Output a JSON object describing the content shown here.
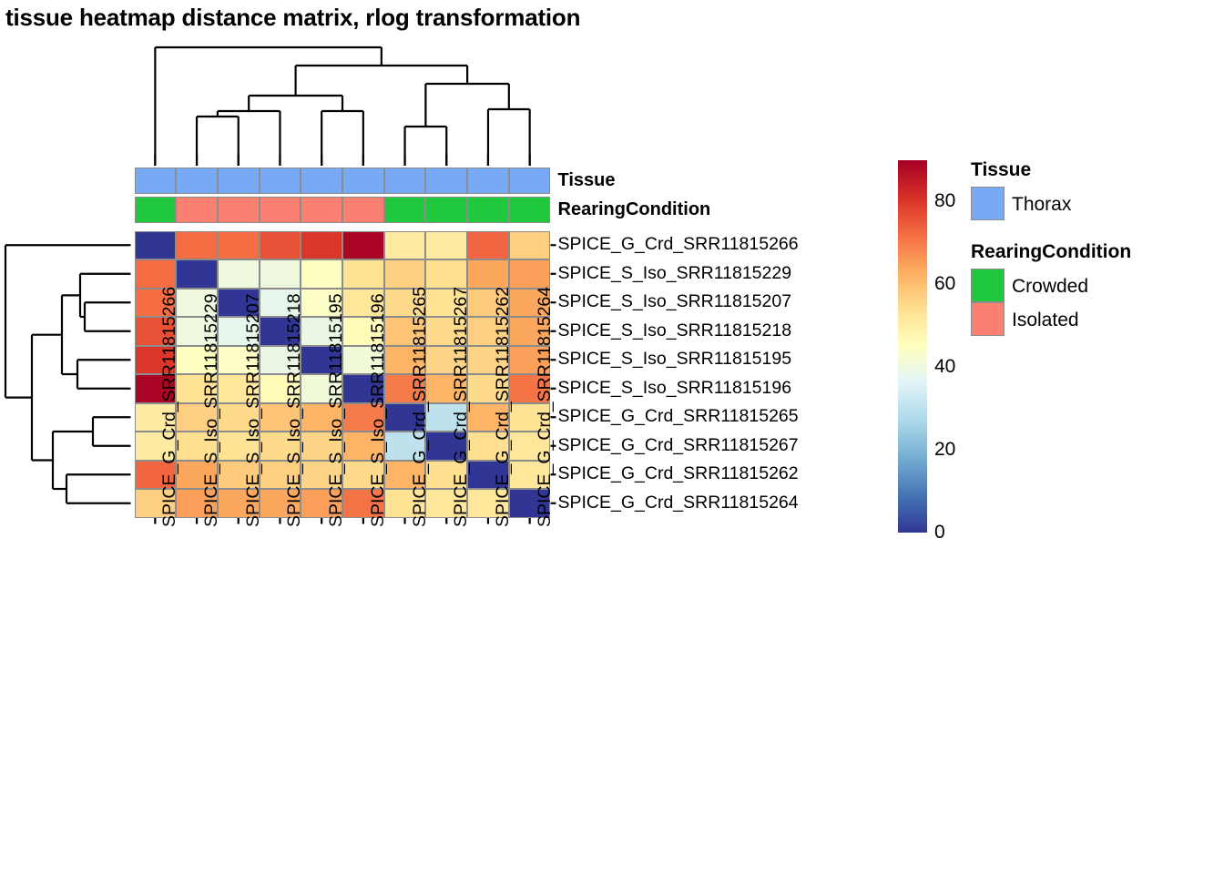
{
  "title": "tissue heatmap distance matrix, rlog transformation",
  "chart_data": {
    "type": "heatmap",
    "title": "tissue heatmap distance matrix, rlog transformation",
    "xlabel": "",
    "ylabel": "",
    "colormap": "RdYlBu reversed",
    "zlim": [
      0,
      90
    ],
    "colorbar_ticks": [
      0,
      20,
      40,
      60,
      80
    ],
    "rows": [
      "SPICE_G_Crd_SRR11815266",
      "SPICE_S_Iso_SRR11815229",
      "SPICE_S_Iso_SRR11815207",
      "SPICE_S_Iso_SRR11815218",
      "SPICE_S_Iso_SRR11815195",
      "SPICE_S_Iso_SRR11815196",
      "SPICE_G_Crd_SRR11815265",
      "SPICE_G_Crd_SRR11815267",
      "SPICE_G_Crd_SRR11815262",
      "SPICE_G_Crd_SRR11815264"
    ],
    "columns": [
      "SPICE_G_Crd_SRR11815266",
      "SPICE_S_Iso_SRR11815229",
      "SPICE_S_Iso_SRR11815207",
      "SPICE_S_Iso_SRR11815218",
      "SPICE_S_Iso_SRR11815195",
      "SPICE_S_Iso_SRR11815196",
      "SPICE_G_Crd_SRR11815265",
      "SPICE_G_Crd_SRR11815267",
      "SPICE_G_Crd_SRR11815262",
      "SPICE_G_Crd_SRR11815264"
    ],
    "values": [
      [
        0,
        72,
        72,
        76,
        80,
        89,
        51,
        51,
        73,
        57
      ],
      [
        72,
        0,
        40,
        40,
        45,
        53,
        57,
        54,
        64,
        65
      ],
      [
        72,
        40,
        0,
        38,
        44,
        52,
        55,
        53,
        58,
        64
      ],
      [
        76,
        40,
        38,
        0,
        39,
        46,
        59,
        55,
        57,
        64
      ],
      [
        80,
        45,
        44,
        39,
        0,
        41,
        62,
        56,
        56,
        65
      ],
      [
        89,
        53,
        52,
        46,
        41,
        0,
        70,
        62,
        55,
        71
      ],
      [
        51,
        57,
        55,
        59,
        62,
        70,
        0,
        30,
        62,
        53
      ],
      [
        51,
        54,
        53,
        55,
        56,
        62,
        30,
        0,
        54,
        52
      ],
      [
        73,
        64,
        58,
        57,
        56,
        55,
        62,
        54,
        0,
        52
      ],
      [
        57,
        65,
        64,
        64,
        65,
        71,
        53,
        52,
        52,
        0
      ]
    ]
  },
  "annotations": {
    "rows": [
      {
        "name": "Tissue",
        "label": "Tissue",
        "values": [
          "Thorax",
          "Thorax",
          "Thorax",
          "Thorax",
          "Thorax",
          "Thorax",
          "Thorax",
          "Thorax",
          "Thorax",
          "Thorax"
        ]
      },
      {
        "name": "RearingCondition",
        "label": "RearingCondition",
        "values": [
          "Crowded",
          "Isolated",
          "Isolated",
          "Isolated",
          "Isolated",
          "Isolated",
          "Crowded",
          "Crowded",
          "Crowded",
          "Crowded"
        ]
      }
    ]
  },
  "legends": [
    {
      "title": "Tissue",
      "items": [
        {
          "label": "Thorax",
          "color": "#77a9f7"
        }
      ]
    },
    {
      "title": "RearingCondition",
      "items": [
        {
          "label": "Crowded",
          "color": "#22c churchill"
        },
        {
          "label": "Isolated",
          "color": "#fa8072"
        }
      ]
    }
  ],
  "legend_colors": {
    "Thorax": "#77a9f7",
    "Crowded": "#1fc83c",
    "Isolated": "#fa8072"
  },
  "colorbar": {
    "ticks": [
      "80",
      "60",
      "40",
      "20",
      "0"
    ],
    "tick_values": [
      80,
      60,
      40,
      20,
      0
    ]
  }
}
